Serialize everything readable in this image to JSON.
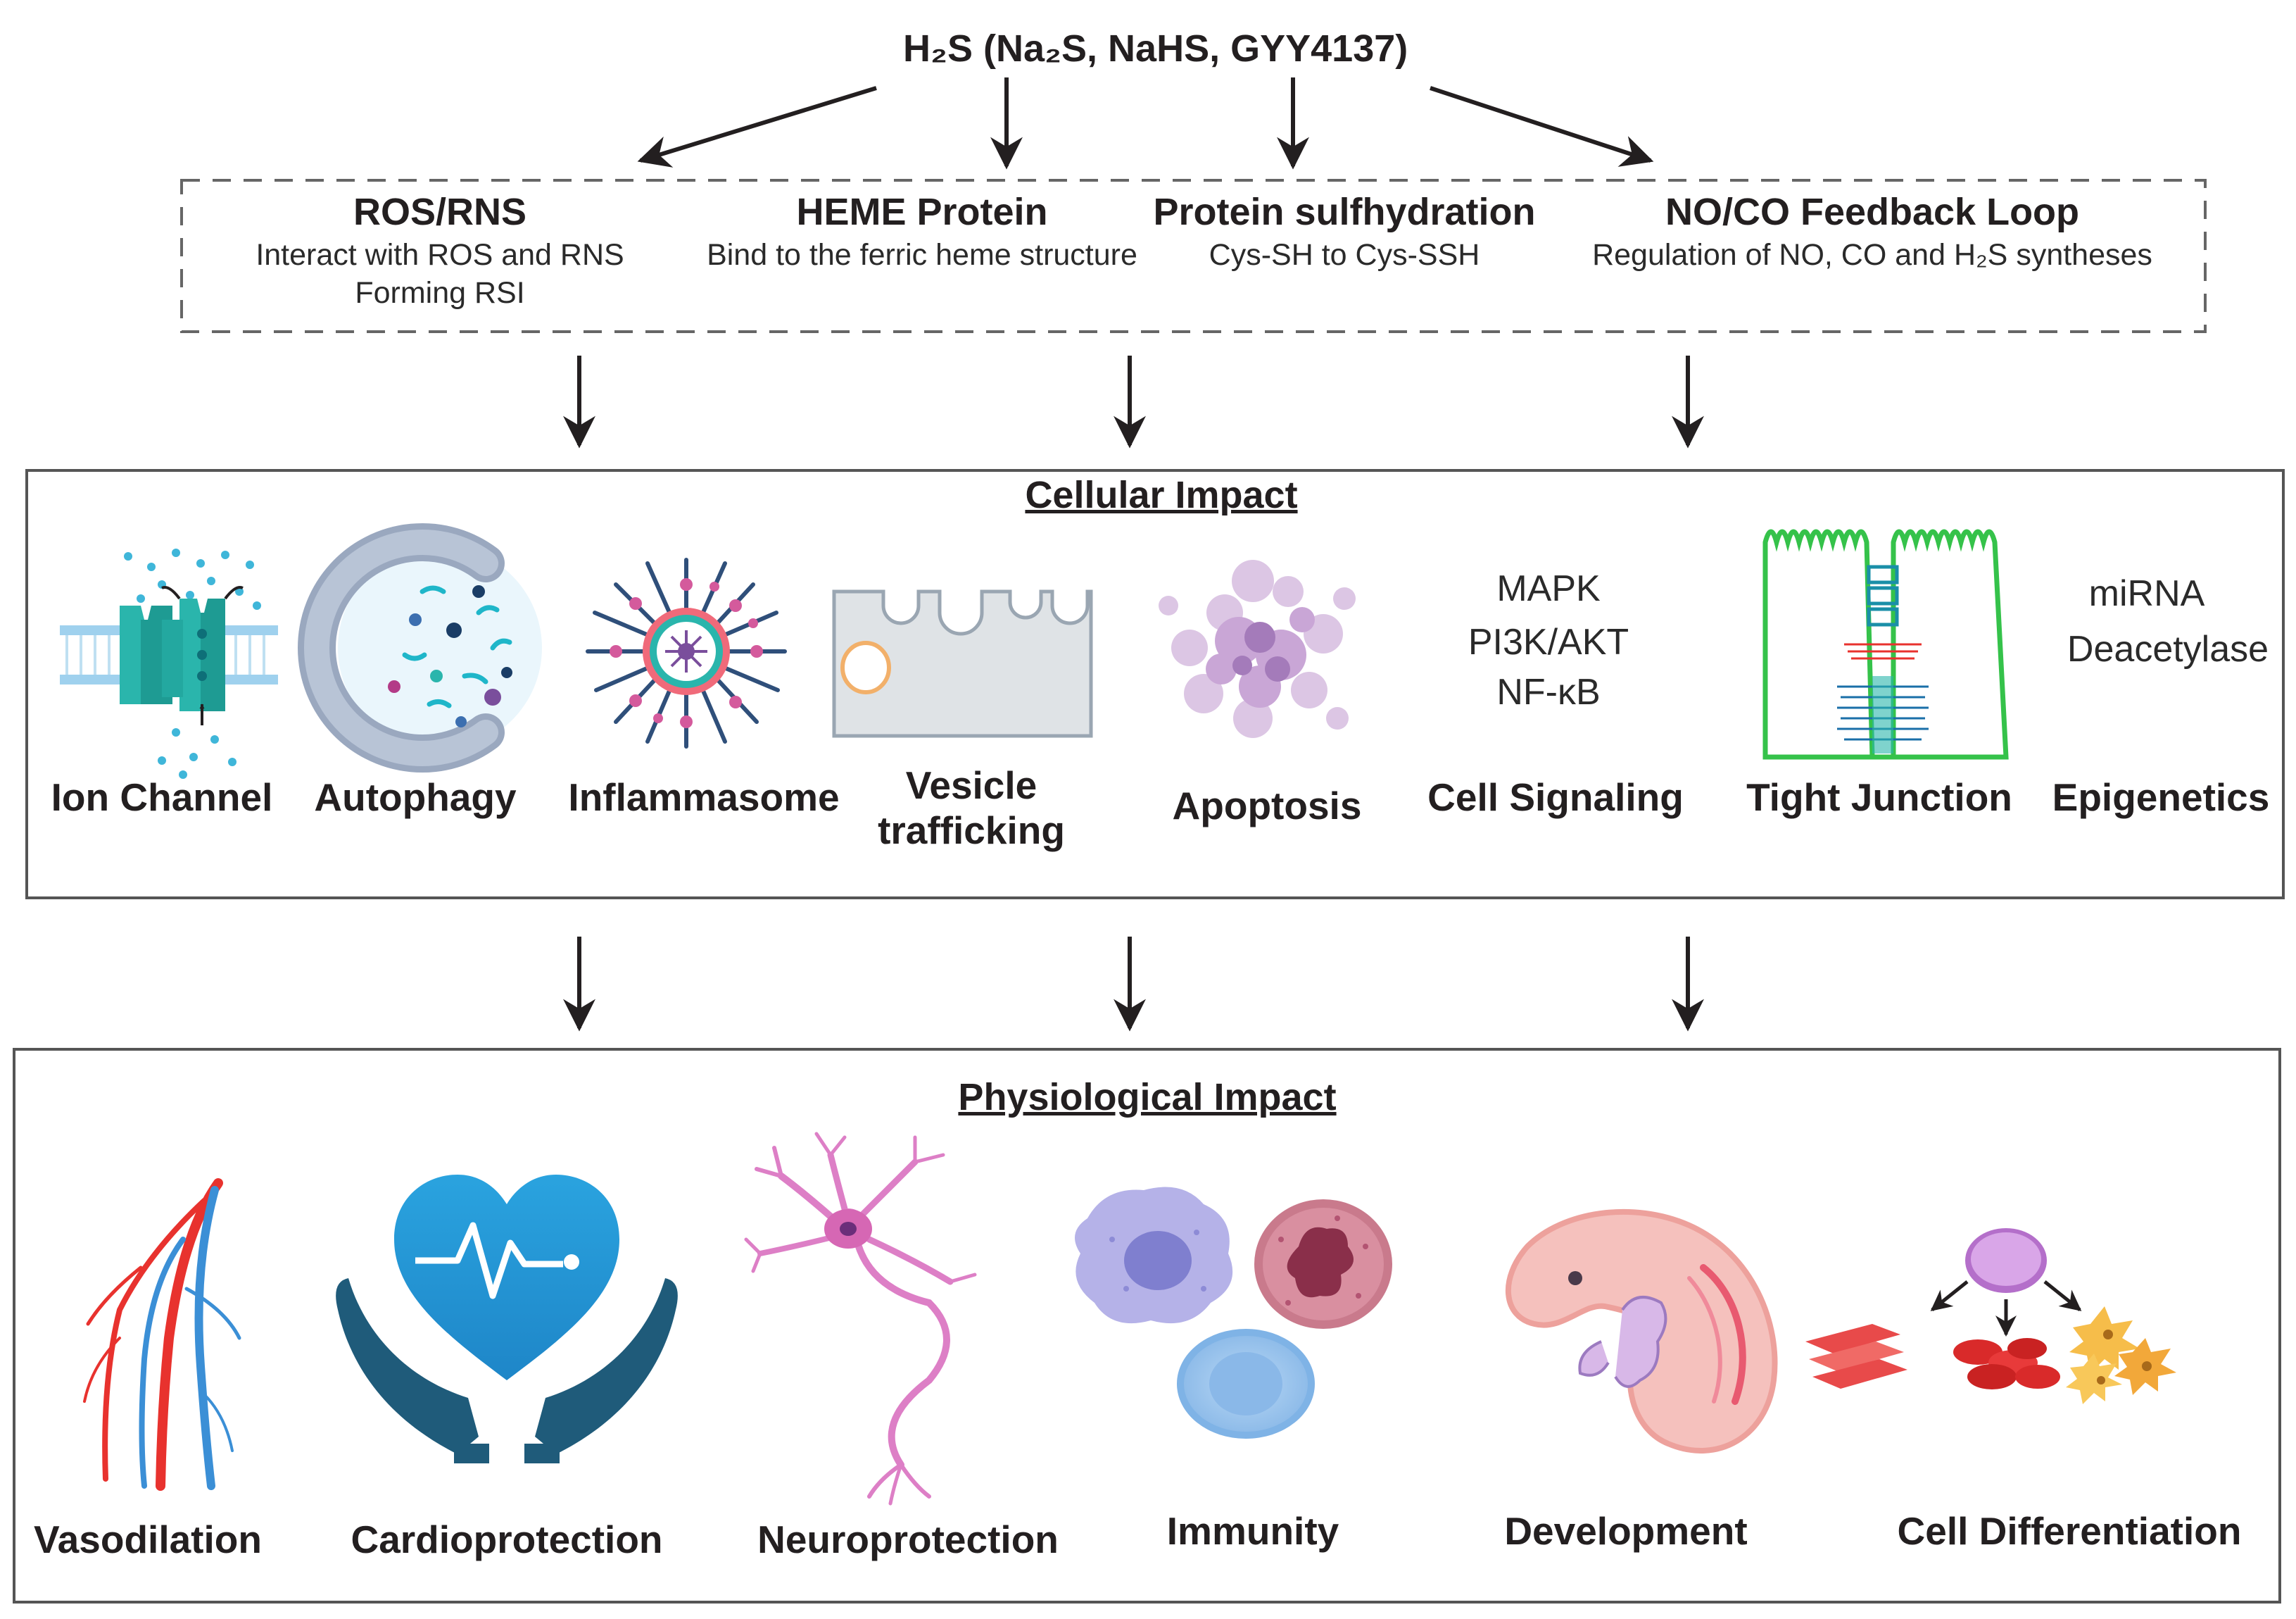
{
  "source": {
    "title": "H₂S (Na₂S, NaHS, GYY4137)"
  },
  "mechanisms": [
    {
      "title": "ROS/RNS",
      "desc": "Interact with ROS and RNS",
      "desc2": "Forming RSI"
    },
    {
      "title": "HEME Protein",
      "desc": "Bind to the ferric heme structure"
    },
    {
      "title": "Protein sulfhydration",
      "desc": "Cys-SH to Cys-SSH"
    },
    {
      "title": "NO/CO Feedback Loop",
      "desc": "Regulation of NO, CO and H₂S syntheses"
    }
  ],
  "cellular": {
    "title": "Cellular Impact",
    "items": [
      {
        "label": "Ion Channel"
      },
      {
        "label": "Autophagy"
      },
      {
        "label": "Inflammasome"
      },
      {
        "label": "Vesicle",
        "label2": "trafficking"
      },
      {
        "label": "Apoptosis"
      },
      {
        "label": "Cell Signaling",
        "pathways": [
          "MAPK",
          "PI3K/AKT",
          "NF-κB"
        ]
      },
      {
        "label": "Tight Junction"
      },
      {
        "label": "Epigenetics",
        "terms": [
          "miRNA",
          "Deacetylase"
        ]
      }
    ]
  },
  "physiological": {
    "title": "Physiological Impact",
    "items": [
      {
        "label": "Vasodilation"
      },
      {
        "label": "Cardioprotection"
      },
      {
        "label": "Neuroprotection"
      },
      {
        "label": "Immunity"
      },
      {
        "label": "Development"
      },
      {
        "label": "Cell Differentiation"
      }
    ]
  },
  "colors": {
    "teal": "#2bb3b1",
    "navy": "#1f5b7a",
    "green": "#3cc54a",
    "red": "#e8322e",
    "blue": "#3b8fd6",
    "pink": "#d667b4",
    "purple": "#8a5fa6",
    "orange": "#f2b33c",
    "lightblue": "#9ecaf0"
  }
}
